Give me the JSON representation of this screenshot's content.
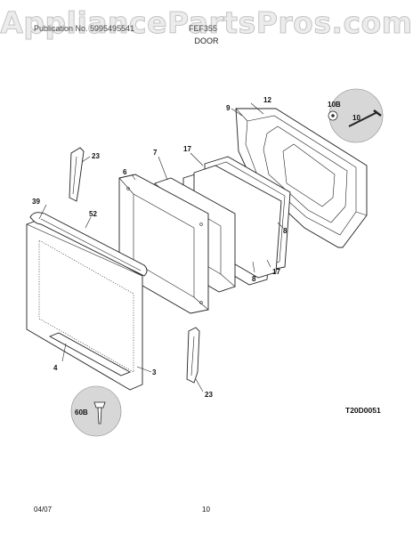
{
  "watermark": "AppliancePartsPros.com",
  "header": {
    "publication": "Publication No. 5995495541",
    "model": "FEF355",
    "section": "DOOR"
  },
  "footer": {
    "date": "04/07",
    "page": "10"
  },
  "diagram_code": "T20D0051",
  "callouts": {
    "c3": "3",
    "c4": "4",
    "c6": "6",
    "c7": "7",
    "c8a": "8",
    "c8b": "8",
    "c9": "9",
    "c10": "10",
    "c10b": "10B",
    "c12": "12",
    "c17a": "17",
    "c17b": "17",
    "c23a": "23",
    "c23b": "23",
    "c39": "39",
    "c52": "52",
    "c60b": "60B"
  }
}
